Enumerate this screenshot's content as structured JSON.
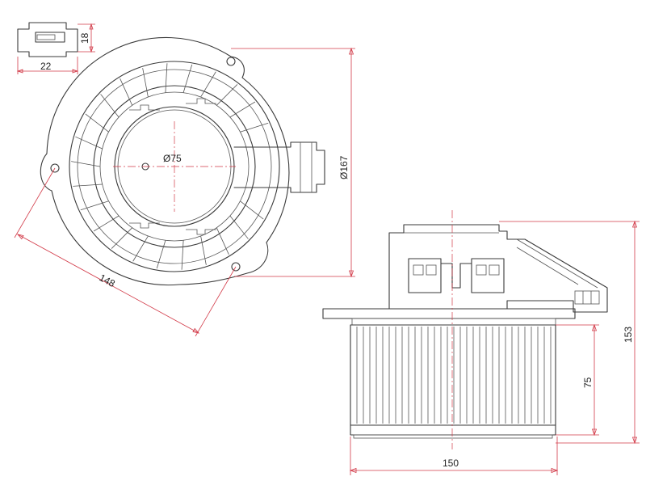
{
  "dimensions": {
    "connector_width": "22",
    "connector_height": "18",
    "hub_diameter": "Ø75",
    "outer_diameter": "Ø167",
    "mount_distance": "148",
    "overall_width": "150",
    "overall_height": "153",
    "wheel_height": "75"
  },
  "colors": {
    "outline": "#3a3a3a",
    "dimension": "#d23a48",
    "background": "#ffffff"
  }
}
